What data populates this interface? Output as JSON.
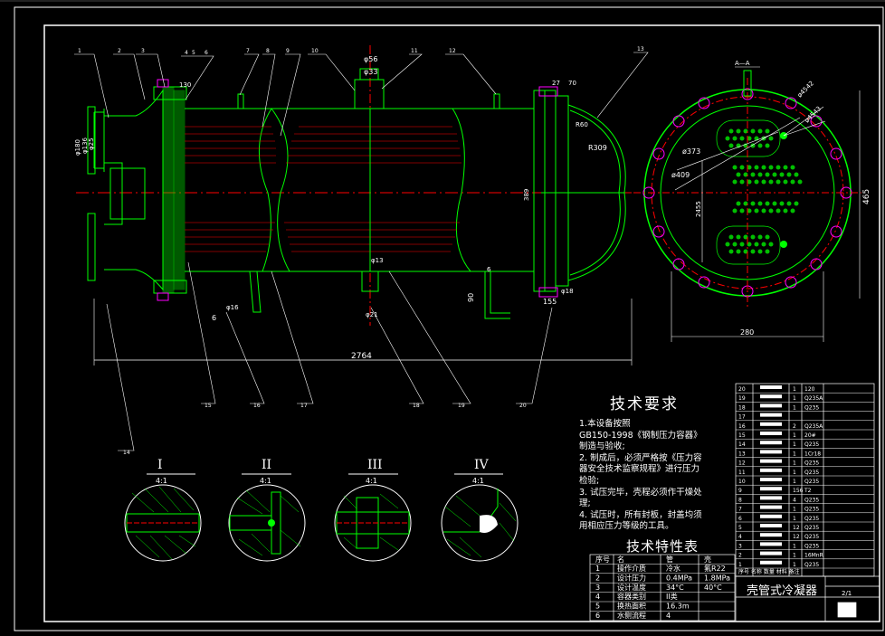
{
  "drawing": {
    "title": "壳管式冷凝器",
    "sheet_no": "2/1",
    "colors": {
      "background": "#000000",
      "frame": "#ffffff",
      "outline": "#00ff00",
      "center": "#ff0000",
      "tubes": "#ff0000",
      "dims": "#ffffff",
      "holes": "#ff00ff"
    }
  },
  "dimensions": {
    "total_length": "2764",
    "d130": "130",
    "d56": "φ56",
    "d33": "φ33",
    "d27": "27",
    "d70": "70",
    "r309": "R309",
    "r60": "R60",
    "d180": "φ180",
    "d136": "φ136",
    "d25": "φ25",
    "d90": "90",
    "d155": "155",
    "d18": "φ18",
    "d13": "φ13",
    "d21": "φ21",
    "d16": "φ16",
    "d6": "6",
    "d5": "6",
    "d389": "389",
    "end_373": "ø373",
    "end_409": "ø409",
    "end_4542": "ø4542",
    "end_4543": "ø4543",
    "end_2455": "2455",
    "end_465": "465",
    "end_280": "280",
    "sect_a": "A—A"
  },
  "part_labels": [
    "1",
    "2",
    "3",
    "4",
    "5",
    "6",
    "7",
    "8",
    "9",
    "10",
    "11",
    "12",
    "13",
    "14",
    "15",
    "16",
    "17",
    "18",
    "19",
    "20"
  ],
  "sections": [
    {
      "roman": "I",
      "scale": "4:1"
    },
    {
      "roman": "II",
      "scale": "4:1"
    },
    {
      "roman": "III",
      "scale": "4:1"
    },
    {
      "roman": "IV",
      "scale": "4:1"
    }
  ],
  "tech_requirements": {
    "title": "技术要求",
    "items": [
      "1.本设备按照",
      "GB150-1998《钢制压力容器》制造与验收;",
      "2. 制成后，必须严格按《压力容器安全技术监察规程》进行压力检验;",
      "3. 试压完毕，壳程必须作干燥处理;",
      "4. 试压时，所有封板，封盖均须用相应压力等级的工具。"
    ]
  },
  "spec_table": {
    "title": "技术特性表",
    "headers": [
      "序号",
      "名",
      "管",
      "壳"
    ],
    "rows": [
      [
        "1",
        "操作介质",
        "冷水",
        "氟R22"
      ],
      [
        "2",
        "设计压力",
        "0.4MPa",
        "1.8MPa"
      ],
      [
        "3",
        "设计温度",
        "34°C",
        "40°C"
      ],
      [
        "4",
        "容器类别",
        "II类",
        ""
      ],
      [
        "5",
        "换热面积",
        "16.3m",
        ""
      ],
      [
        "6",
        "水侧流程",
        "4",
        ""
      ]
    ]
  },
  "bom": {
    "rows": [
      {
        "no": "20",
        "qty": "1",
        "mat": "120"
      },
      {
        "no": "19",
        "qty": "1",
        "mat": "Q235A"
      },
      {
        "no": "18",
        "qty": "1",
        "mat": "Q235"
      },
      {
        "no": "17",
        "qty": "",
        "mat": ""
      },
      {
        "no": "16",
        "qty": "2",
        "mat": "Q235A"
      },
      {
        "no": "15",
        "qty": "1",
        "mat": "20#"
      },
      {
        "no": "14",
        "qty": "1",
        "mat": "Q235"
      },
      {
        "no": "13",
        "qty": "1",
        "mat": "1Cr18"
      },
      {
        "no": "12",
        "qty": "1",
        "mat": "Q235"
      },
      {
        "no": "11",
        "qty": "1",
        "mat": "Q235"
      },
      {
        "no": "10",
        "qty": "1",
        "mat": "Q235"
      },
      {
        "no": "9",
        "qty": "156",
        "mat": "T2"
      },
      {
        "no": "8",
        "qty": "4",
        "mat": "Q235"
      },
      {
        "no": "7",
        "qty": "1",
        "mat": "Q235"
      },
      {
        "no": "6",
        "qty": "1",
        "mat": "Q235"
      },
      {
        "no": "5",
        "qty": "12",
        "mat": "Q235"
      },
      {
        "no": "4",
        "qty": "12",
        "mat": "Q235"
      },
      {
        "no": "3",
        "qty": "1",
        "mat": "Q235"
      },
      {
        "no": "2",
        "qty": "1",
        "mat": "16MnR"
      },
      {
        "no": "1",
        "qty": "1",
        "mat": "Q235"
      }
    ],
    "footer": "序号 名称 数量 材料 备注"
  }
}
